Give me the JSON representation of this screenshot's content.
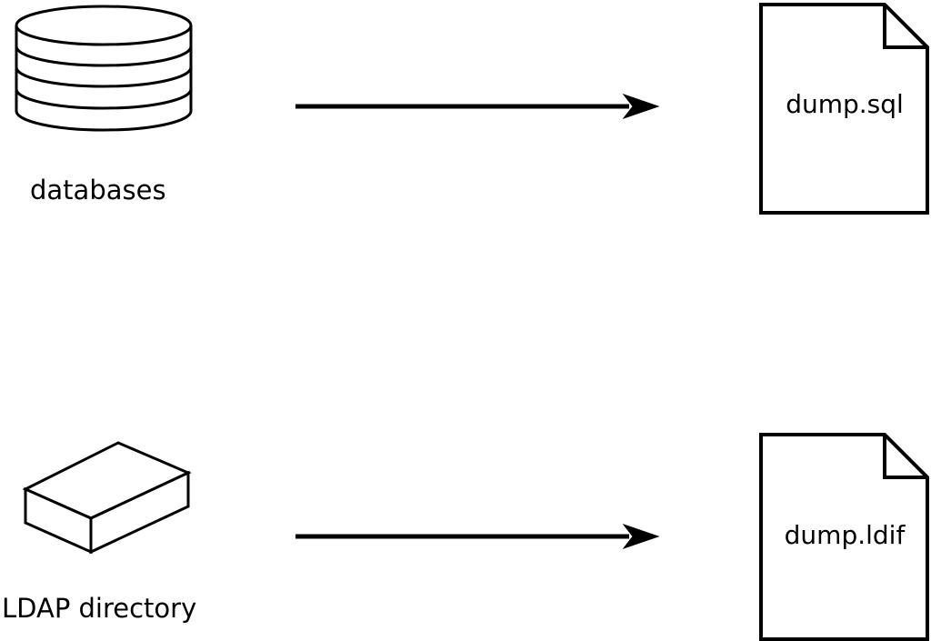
{
  "diagram": {
    "title": "",
    "background_color": "#ffffff",
    "stroke_color": "#000000",
    "rows": [
      {
        "source_label": "databases",
        "source_icon": "database-cylinder-icon",
        "connector": "arrow-right",
        "target_icon": "document-icon",
        "target_label": "dump.sql"
      },
      {
        "source_label": "LDAP directory",
        "source_icon": "box-3d-icon",
        "connector": "arrow-right",
        "target_icon": "document-icon",
        "target_label": "dump.ldif"
      }
    ]
  }
}
